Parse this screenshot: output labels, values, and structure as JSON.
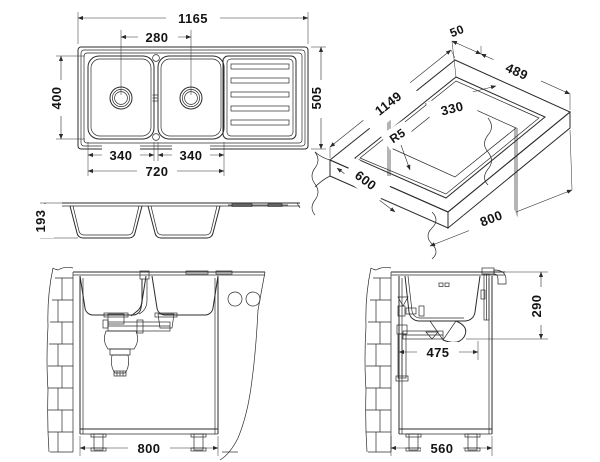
{
  "document": {
    "type": "technical-drawing",
    "subject": "Double bowl kitchen sink with drainer - dimensioned specification sheet",
    "units": "mm",
    "background_color": "#ffffff",
    "line_color": "#2b2b2b"
  },
  "views": {
    "plan": {
      "name": "Top plan view",
      "dimensions": {
        "overall_length": "1165",
        "overall_width": "505",
        "bowl_depth_internal": "400",
        "tap_hole_offset": "280",
        "bowl_left_width": "340",
        "bowl_right_width": "340",
        "bowls_total_width": "720"
      },
      "features": {
        "bowl_count": 2,
        "drainer_grooves": 5,
        "drain_holes": 2,
        "tap_holes": 2
      }
    },
    "front_section": {
      "name": "Front section profile",
      "dimensions": {
        "bowl_depth": "193"
      }
    },
    "isometric": {
      "name": "Isometric cut-out view",
      "dimensions": {
        "cutout_length": "1149",
        "cutout_width": "489",
        "edge_offset": "50",
        "bowl_span": "330",
        "corner_radius": "R5",
        "cabinet_depth": "600",
        "cabinet_width": "800"
      }
    },
    "install_front": {
      "name": "Front installation cross-section",
      "dimensions": {
        "cabinet_width": "800"
      },
      "features": {
        "wall": "brick",
        "pipe_penetrations": 2,
        "trap": "bottle-trap",
        "plinth_feet": 2
      }
    },
    "install_side": {
      "name": "Side installation cross-section",
      "dimensions": {
        "sink_height_above_base": "290",
        "trap_offset": "475",
        "cabinet_depth": "560"
      },
      "features": {
        "wall": "brick",
        "tap": "mixer-tap",
        "plinth_feet": 2
      }
    }
  },
  "labels": {
    "plan_1165": "1165",
    "plan_280": "280",
    "plan_400": "400",
    "plan_505": "505",
    "plan_340_left": "340",
    "plan_340_right": "340",
    "plan_720": "720",
    "section_193": "193",
    "iso_1149": "1149",
    "iso_50": "50",
    "iso_489": "489",
    "iso_330": "330",
    "iso_r5": "R5",
    "iso_600": "600",
    "iso_800": "800",
    "front_800": "800",
    "side_290": "290",
    "side_475": "475",
    "side_560": "560"
  }
}
